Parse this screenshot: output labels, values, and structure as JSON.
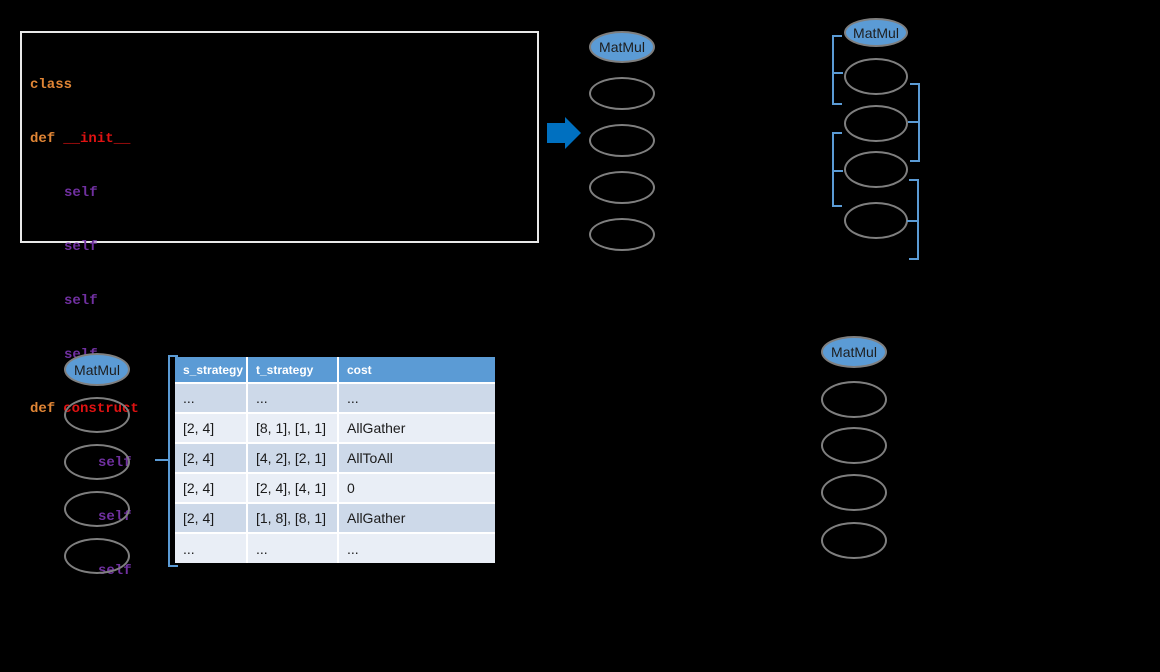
{
  "colors": {
    "background": "#000000",
    "matmul_fill": "#5b9bd5",
    "table_header": "#5b9bd5",
    "bracket_blue": "#5b9bd5",
    "arrow_blue": "#0070c0",
    "node_outline": "#7f7f7f",
    "keyword_orange": "#e08535",
    "function_red": "#e01212",
    "self_purple": "#7030a0",
    "row_dark": "#cdd9e9",
    "row_light": "#e9eef6"
  },
  "code": {
    "lines": [
      {
        "a": "class"
      },
      {
        "a": "def",
        "b": "__init__"
      },
      {
        "a": "self"
      },
      {
        "a": "self"
      },
      {
        "a": "self"
      },
      {
        "a": "self"
      },
      {
        "a": "def",
        "b": "construct"
      },
      {
        "a": "self"
      },
      {
        "a": "self"
      },
      {
        "a": "self"
      }
    ]
  },
  "graphs": {
    "top_middle": {
      "root": "MatMul"
    },
    "top_right": {
      "root": "MatMul"
    },
    "bottom_left": {
      "root": "MatMul"
    },
    "bottom_right": {
      "root": "MatMul"
    }
  },
  "table": {
    "headers": [
      "s_strategy",
      "t_strategy",
      "cost"
    ],
    "rows": [
      [
        "...",
        "...",
        "..."
      ],
      [
        "[2, 4]",
        "[8, 1], [1, 1]",
        "AllGather"
      ],
      [
        "[2, 4]",
        "[4, 2], [2, 1]",
        "AllToAll"
      ],
      [
        "[2, 4]",
        "[2, 4], [4, 1]",
        "0"
      ],
      [
        "[2, 4]",
        "[1, 8], [8, 1]",
        "AllGather"
      ],
      [
        "...",
        "...",
        "..."
      ]
    ]
  }
}
